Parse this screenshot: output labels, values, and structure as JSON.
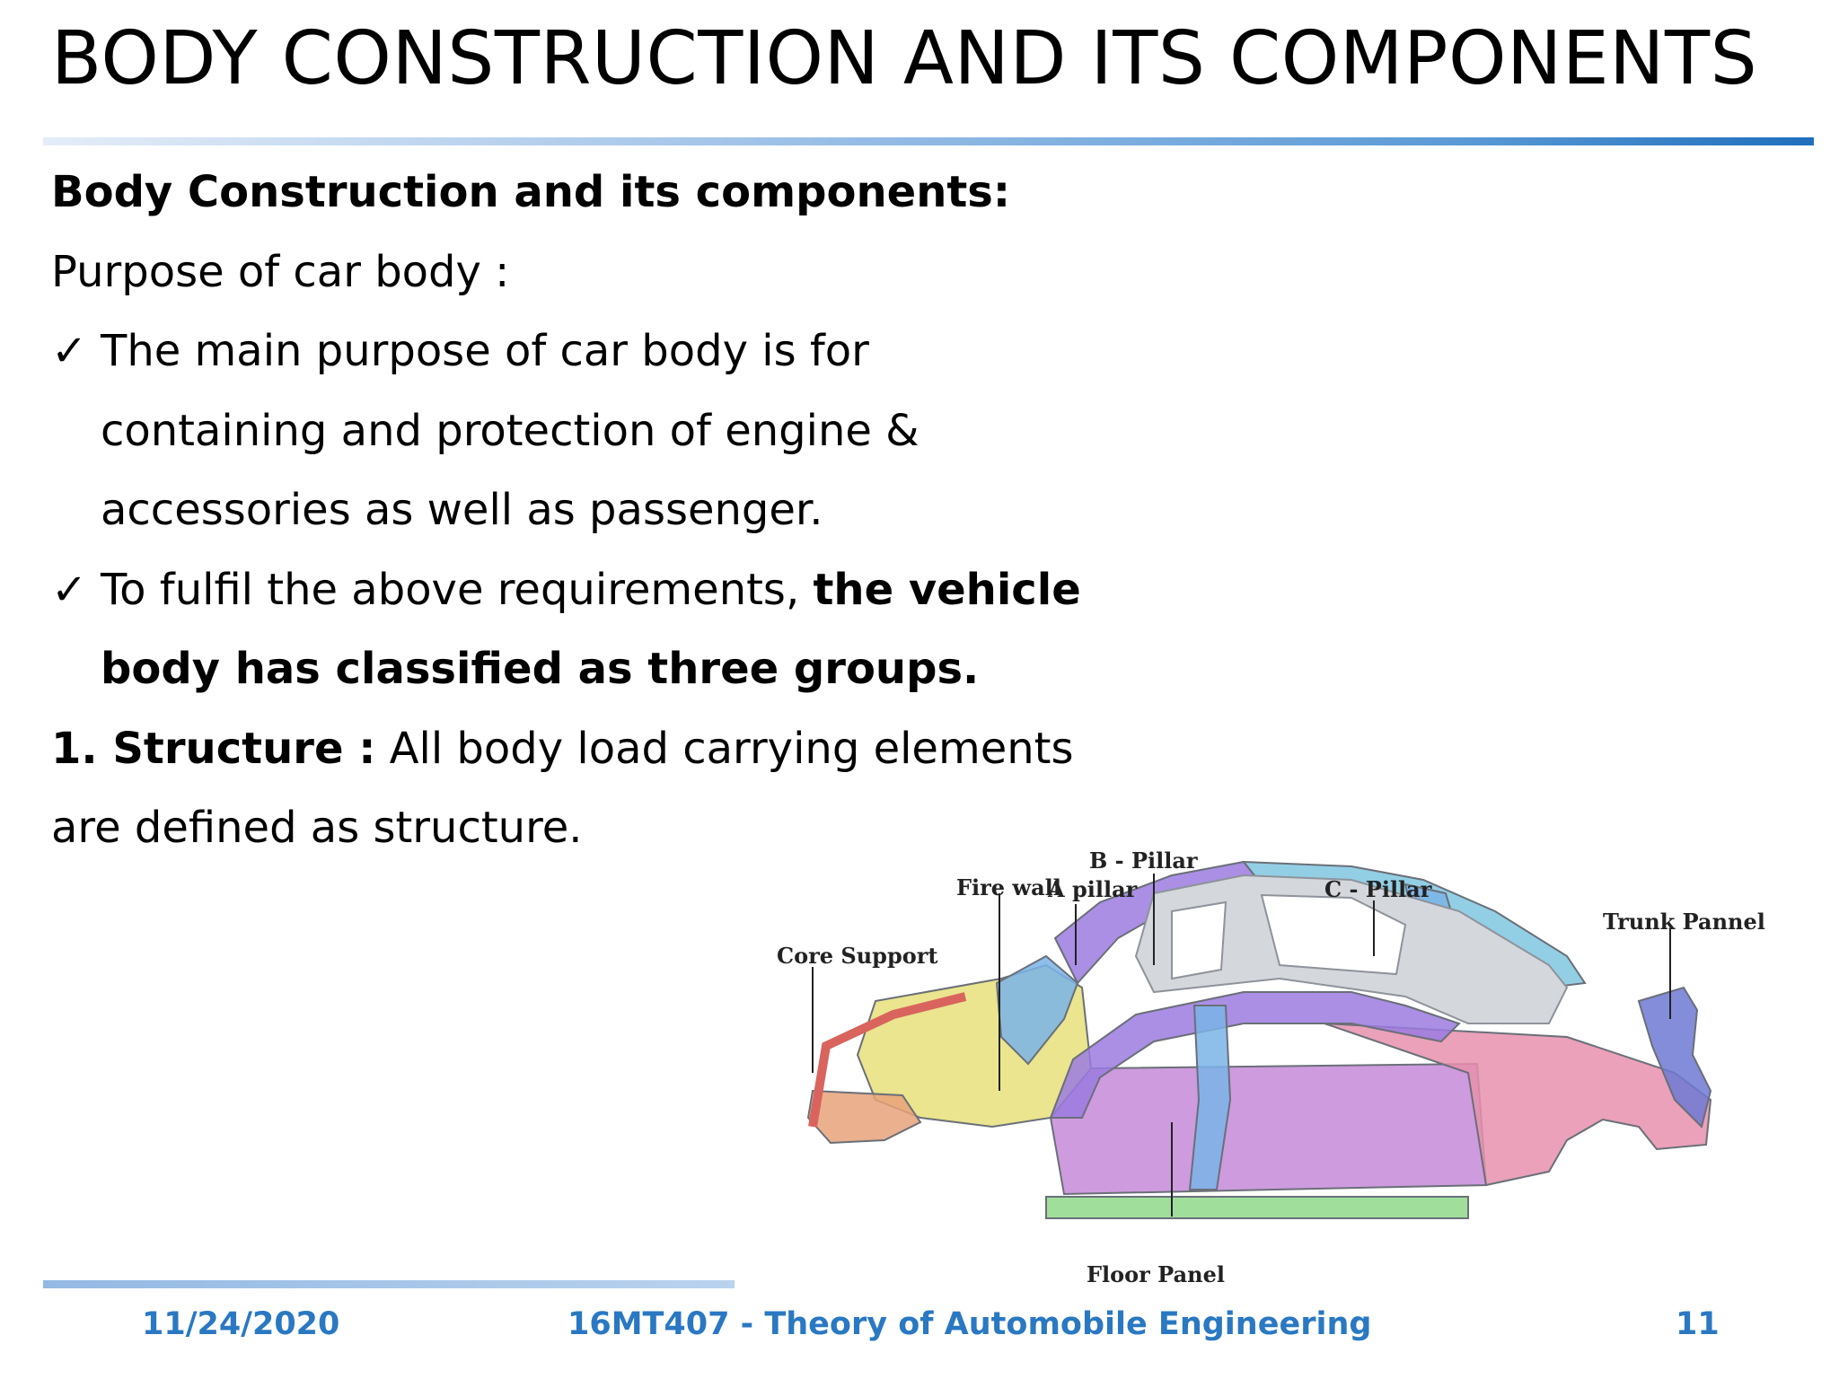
{
  "slide": {
    "title": "BODY CONSTRUCTION AND ITS COMPONENTS",
    "heading": "Body Construction and its components:",
    "purpose_label": "Purpose of car body :",
    "check_mark": "✓",
    "bullet1": {
      "line1": "The main purpose of car body is for",
      "line2": "containing and protection of engine &",
      "line3": "accessories as well as passenger."
    },
    "bullet2": {
      "line1_plain": "To fulfil the above requirements, ",
      "line1_bold": "the vehicle",
      "line2_bold": "body has classified as three groups."
    },
    "structure": {
      "label": "1. Structure :",
      "text": " All body load carrying elements",
      "line2": "are defined as structure."
    }
  },
  "figure": {
    "labels": {
      "b_pillar": "B - Pillar",
      "fire_wall": "Fire wall",
      "a_pillar": "A pillar",
      "c_pillar": "C - Pillar",
      "trunk_pannel": "Trunk Pannel",
      "core_support": "Core Support",
      "floor_panel": "Floor Panel"
    },
    "colors": {
      "floor": "#c58ad8",
      "rear_quarter": "#e690ad",
      "roof_front": "#9b7be0",
      "roof_rear": "#7fc7e0",
      "pillar": "#7ab4e8",
      "sill": "#8fd98a",
      "front_yellow": "#e6e07a",
      "front_orange": "#e8a27a",
      "red_member": "#d9645e",
      "trunk_blue": "#6e79d4"
    }
  },
  "footer": {
    "date": "11/24/2020",
    "course": "16MT407 - Theory of Automobile Engineering",
    "page": "11"
  }
}
